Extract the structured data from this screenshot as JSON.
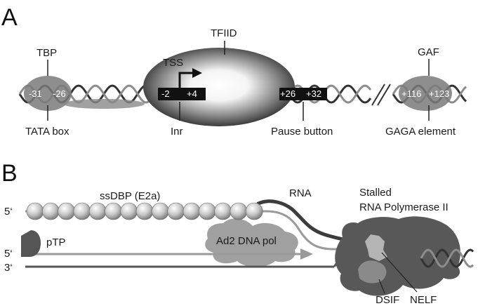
{
  "panel_a": {
    "letter": "A",
    "labels": {
      "tbp": "TBP",
      "tfiid": "TFIID",
      "gaf": "GAF",
      "tss": "TSS",
      "tata_box": "TATA box",
      "inr": "Inr",
      "pause_button": "Pause button",
      "gaga_element": "GAGA element"
    },
    "positions": {
      "m31": "-31",
      "m26": "-26",
      "m2": "-2",
      "p4": "+4",
      "p26": "+26",
      "p32": "+32",
      "p116": "+116",
      "p123": "+123"
    }
  },
  "panel_b": {
    "letter": "B",
    "labels": {
      "ssdbp": "ssDBP (E2a)",
      "rna": "RNA",
      "stalled": "Stalled",
      "rnap": "RNA Polymerase II",
      "ptp": "pTP",
      "dna_pol": "Ad2 DNA pol",
      "dsif": "DSIF",
      "nelf": "NELF",
      "five_prime_top": "5‘",
      "five_prime_mid": "5‘",
      "three_prime": "3‘"
    }
  },
  "colors": {
    "strand_dark": "#333333",
    "strand_light": "#8c8c8c",
    "protein_gray": "#777777",
    "polymerase": "#555555",
    "bead": "#bfbfbf"
  }
}
